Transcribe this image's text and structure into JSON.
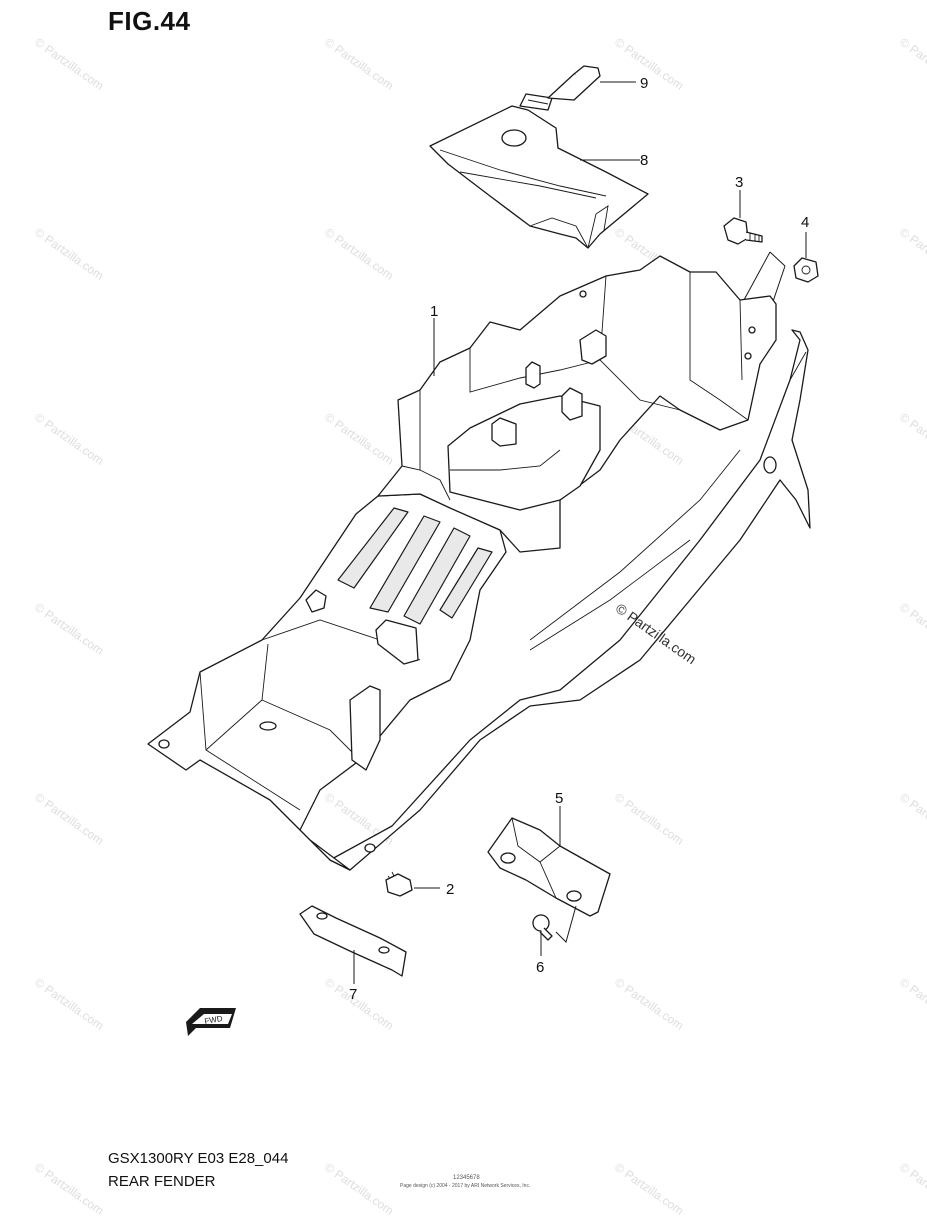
{
  "figure": {
    "title": "FIG.44",
    "model": "GSX1300RY E03 E28_044",
    "caption": "REAR FENDER",
    "small_id": "12345678",
    "copyright": "Page design (c) 2004 - 2017 by ARI Network Services, Inc."
  },
  "callouts": [
    {
      "id": "callout-1",
      "label": "1"
    },
    {
      "id": "callout-2",
      "label": "2"
    },
    {
      "id": "callout-3",
      "label": "3"
    },
    {
      "id": "callout-4",
      "label": "4"
    },
    {
      "id": "callout-5",
      "label": "5"
    },
    {
      "id": "callout-6",
      "label": "6"
    },
    {
      "id": "callout-7",
      "label": "7"
    },
    {
      "id": "callout-8",
      "label": "8"
    },
    {
      "id": "callout-9",
      "label": "9"
    }
  ],
  "fwd_arrow_text": "FWD",
  "watermark": {
    "text": "© Partzilla.com",
    "prominent_text": "© Partzilla.com"
  }
}
